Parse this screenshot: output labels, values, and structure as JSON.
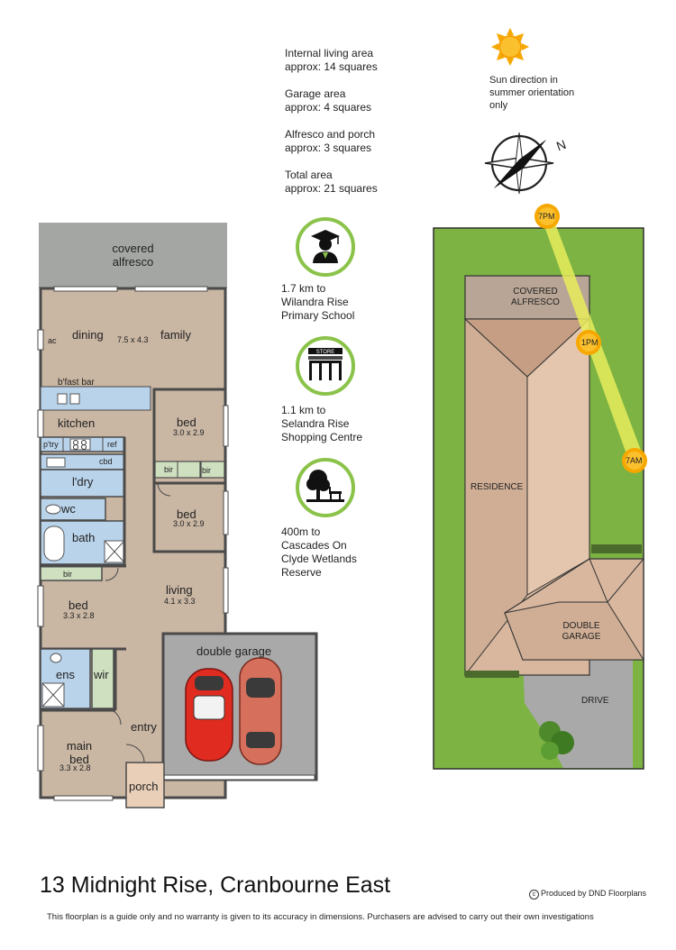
{
  "areas": [
    {
      "label": "Internal living area",
      "value": "approx: 14 squares"
    },
    {
      "label": "Garage area",
      "value": "approx: 4 squares"
    },
    {
      "label": "Alfresco and porch",
      "value": "approx: 3 squares"
    },
    {
      "label": "Total area",
      "value": "approx: 21 squares"
    }
  ],
  "sun_note": "Sun direction in\nsummer orientation\nonly",
  "amenities": [
    {
      "icon": "graduation-icon",
      "text": "1.7 km to\nWilandra Rise\nPrimary School"
    },
    {
      "icon": "store-icon",
      "text": "1.1 km to\nSelandra Rise\nShopping Centre",
      "sign": "STORE"
    },
    {
      "icon": "park-tree-icon",
      "text": "400m to\nCascades On\nClyde Wetlands\nReserve"
    }
  ],
  "floorplan": {
    "covered_alfresco": "covered\nalfresco",
    "dining": "dining",
    "family": "family",
    "dining_family_size": "7.5 x 4.3",
    "ac": "ac",
    "bfast_bar": "b'fast bar",
    "kitchen": "kitchen",
    "pantry": "p'try",
    "ref": "ref",
    "cbd": "cbd",
    "laundry": "l'dry",
    "wc": "wc",
    "bath": "bath",
    "bed1": "bed",
    "bed1_size": "3.0 x 2.9",
    "bir_a": "bir",
    "bir_b": "bir",
    "bed2": "bed",
    "bed2_size": "3.0 x 2.9",
    "bir_c": "bir",
    "bed3": "bed",
    "bed3_size": "3.3 x 2.8",
    "living": "living",
    "living_size": "4.1 x 3.3",
    "double_garage": "double garage",
    "ens": "ens",
    "wir": "wir",
    "entry": "entry",
    "main_bed": "main\nbed",
    "main_bed_size": "3.3 x 2.8",
    "porch": "porch"
  },
  "siteplan": {
    "covered_alfresco": "COVERED\nALFRESCO",
    "residence": "RESIDENCE",
    "double_garage": "DOUBLE\nGARAGE",
    "drive": "DRIVE",
    "sun_7pm": "7PM",
    "sun_1pm": "1PM",
    "sun_7am": "7AM",
    "compass_n": "N"
  },
  "title": "13 Midnight Rise, Cranbourne East",
  "credit_symbol": "c",
  "credit": "Produced by DND Floorplans",
  "disclaimer": "This floorplan is a guide only and no warranty is given to  its accuracy in dimensions.  Purchasers are advised to carry out their own investigations",
  "colors": {
    "room_fill": "#c9b6a3",
    "wet_fill": "#b9d3ea",
    "alfresco_fill": "#a4a6a4",
    "grass": "#7cb342",
    "roof": "#d8b79e",
    "concrete": "#a9a9a9",
    "sun": "#f6a800",
    "path": "#e8ec5c"
  }
}
